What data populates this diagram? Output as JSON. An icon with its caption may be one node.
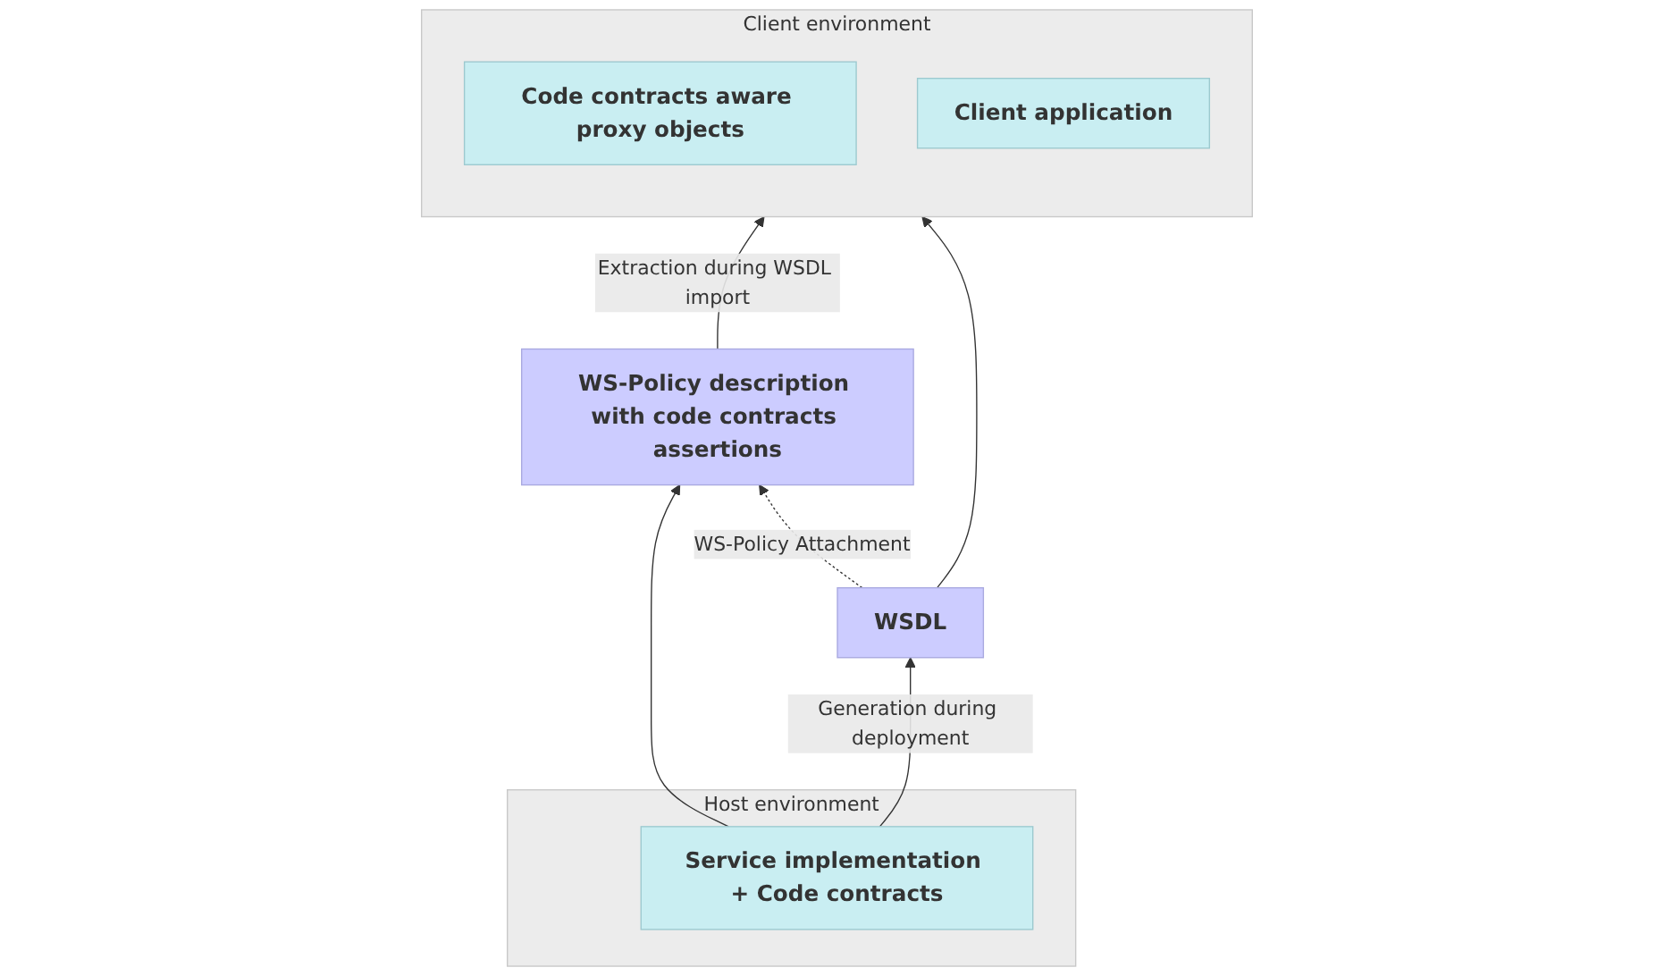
{
  "diagram": {
    "nodes": [
      {
        "text": [
          "WS-Policy description with code contracts assertions"
        ]
      },
      {
        "text": [
          "WSDL"
        ]
      },
      {
        "text": [
          "Host environment"
        ]
      },
      {
        "text": [
          "Service implementation + Code contracts"
        ],
        "in": 2
      },
      {
        "text": [
          "Client environment"
        ]
      },
      {
        "text": [
          "Code contracts aware proxy objects"
        ],
        "in": 4
      },
      {
        "text": [
          "Client application"
        ],
        "in": 4
      }
    ],
    "edges": [
      {
        "from": 3,
        "to": 0,
        "arrow": "to"
      },
      {
        "from": 3,
        "to": 1,
        "arrow": "to",
        "label": "Generation during deployment"
      },
      {
        "from": 1,
        "to": 0,
        "arrow": "to",
        "style": "dashed",
        "label": "WS-Policy Attachment"
      },
      {
        "from": 0,
        "to": 4,
        "arrow": "to",
        "label": "Extraction during WSDL import"
      },
      {
        "from": 1,
        "to": 4,
        "arrow": "to"
      }
    ]
  }
}
